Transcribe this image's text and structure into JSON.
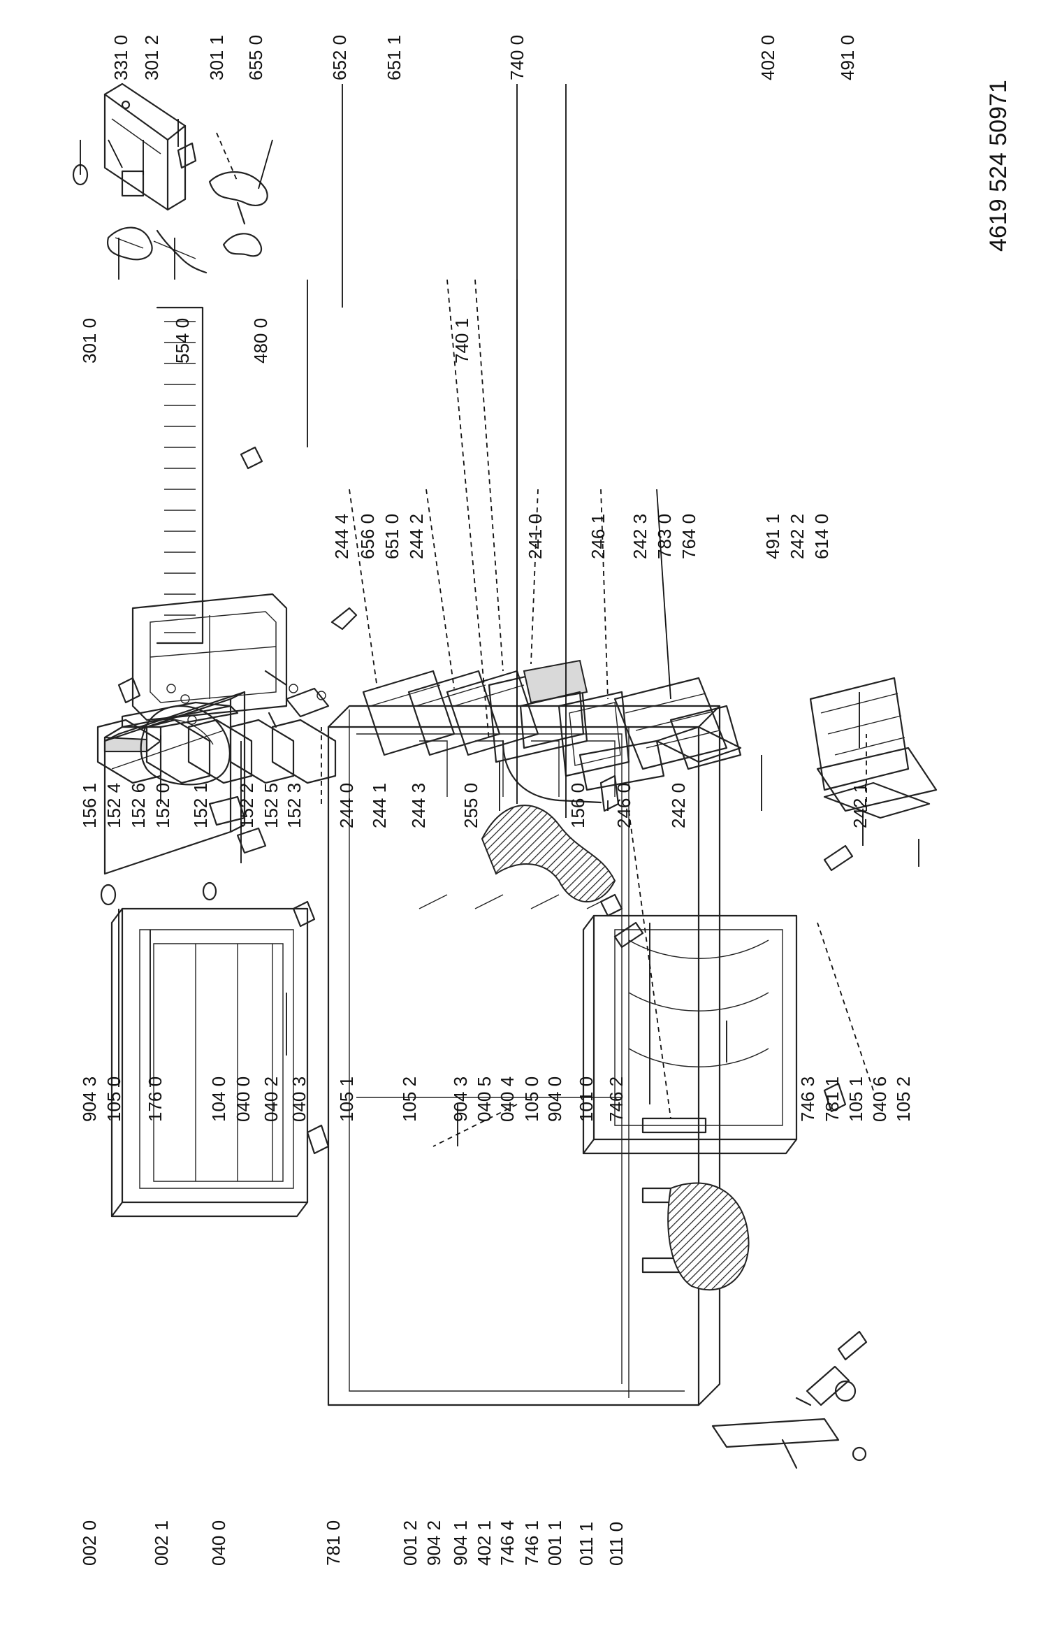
{
  "document_number": "4619 524 50971",
  "labels": [
    {
      "id": "l0020",
      "text": "002 0"
    },
    {
      "id": "l0021",
      "text": "002 1"
    },
    {
      "id": "l0400",
      "text": "040 0"
    },
    {
      "id": "l7810",
      "text": "781 0"
    },
    {
      "id": "l0012",
      "text": "001 2"
    },
    {
      "id": "l9042",
      "text": "904 2"
    },
    {
      "id": "l9041",
      "text": "904 1"
    },
    {
      "id": "l4021",
      "text": "402 1"
    },
    {
      "id": "l7464",
      "text": "746 4"
    },
    {
      "id": "l7461",
      "text": "746 1"
    },
    {
      "id": "l0011",
      "text": "001 1"
    },
    {
      "id": "l0111",
      "text": "011 1"
    },
    {
      "id": "l0110",
      "text": "011 0"
    },
    {
      "id": "l9043a",
      "text": "904 3"
    },
    {
      "id": "l1050a",
      "text": "105 0"
    },
    {
      "id": "l1760",
      "text": "176 0"
    },
    {
      "id": "l1040",
      "text": "104 0"
    },
    {
      "id": "l0400b",
      "text": "040 0"
    },
    {
      "id": "l0402",
      "text": "040 2"
    },
    {
      "id": "l0403",
      "text": "040 3"
    },
    {
      "id": "l1051a",
      "text": "105 1"
    },
    {
      "id": "l1052a",
      "text": "105 2"
    },
    {
      "id": "l9043b",
      "text": "904 3"
    },
    {
      "id": "l0405",
      "text": "040 5"
    },
    {
      "id": "l0404",
      "text": "040 4"
    },
    {
      "id": "l1050b",
      "text": "105 0"
    },
    {
      "id": "l9040",
      "text": "904 0"
    },
    {
      "id": "l1010",
      "text": "101 0"
    },
    {
      "id": "l7462",
      "text": "746 2"
    },
    {
      "id": "l7463",
      "text": "746 3"
    },
    {
      "id": "l7811",
      "text": "781 1"
    },
    {
      "id": "l1051b",
      "text": "105 1"
    },
    {
      "id": "l0406",
      "text": "040 6"
    },
    {
      "id": "l1052b",
      "text": "105 2"
    },
    {
      "id": "l1561",
      "text": "156 1"
    },
    {
      "id": "l1524",
      "text": "152 4"
    },
    {
      "id": "l1526",
      "text": "152 6"
    },
    {
      "id": "l1520",
      "text": "152 0"
    },
    {
      "id": "l1521",
      "text": "152 1"
    },
    {
      "id": "l1522",
      "text": "152 2"
    },
    {
      "id": "l1525",
      "text": "152 5"
    },
    {
      "id": "l1523",
      "text": "152 3"
    },
    {
      "id": "l2440",
      "text": "244 0"
    },
    {
      "id": "l2441",
      "text": "244 1"
    },
    {
      "id": "l2443",
      "text": "244 3"
    },
    {
      "id": "l2550",
      "text": "255 0"
    },
    {
      "id": "l1560",
      "text": "156 0"
    },
    {
      "id": "l2460",
      "text": "246 0"
    },
    {
      "id": "l2420",
      "text": "242 0"
    },
    {
      "id": "l2421",
      "text": "242 1"
    },
    {
      "id": "l2444",
      "text": "244 4"
    },
    {
      "id": "l6560",
      "text": "656 0"
    },
    {
      "id": "l6510b",
      "text": "651 0"
    },
    {
      "id": "l2442",
      "text": "244 2"
    },
    {
      "id": "l2410",
      "text": "241 0"
    },
    {
      "id": "l2461",
      "text": "246 1"
    },
    {
      "id": "l2423",
      "text": "242 3"
    },
    {
      "id": "l7830",
      "text": "783 0"
    },
    {
      "id": "l7640",
      "text": "764 0"
    },
    {
      "id": "l4911",
      "text": "491 1"
    },
    {
      "id": "l2422",
      "text": "242 2"
    },
    {
      "id": "l6140",
      "text": "614 0"
    },
    {
      "id": "l3010",
      "text": "301 0"
    },
    {
      "id": "l5540",
      "text": "554 0"
    },
    {
      "id": "l4800",
      "text": "480 0"
    },
    {
      "id": "l7401",
      "text": "740 1"
    },
    {
      "id": "l3310",
      "text": "331 0"
    },
    {
      "id": "l3012",
      "text": "301 2"
    },
    {
      "id": "l3011",
      "text": "301 1"
    },
    {
      "id": "l6550",
      "text": "655 0"
    },
    {
      "id": "l6520",
      "text": "652 0"
    },
    {
      "id": "l6511",
      "text": "651 1"
    },
    {
      "id": "l7400",
      "text": "740 0"
    },
    {
      "id": "l4020",
      "text": "402 0"
    },
    {
      "id": "l4910",
      "text": "491 0"
    }
  ]
}
